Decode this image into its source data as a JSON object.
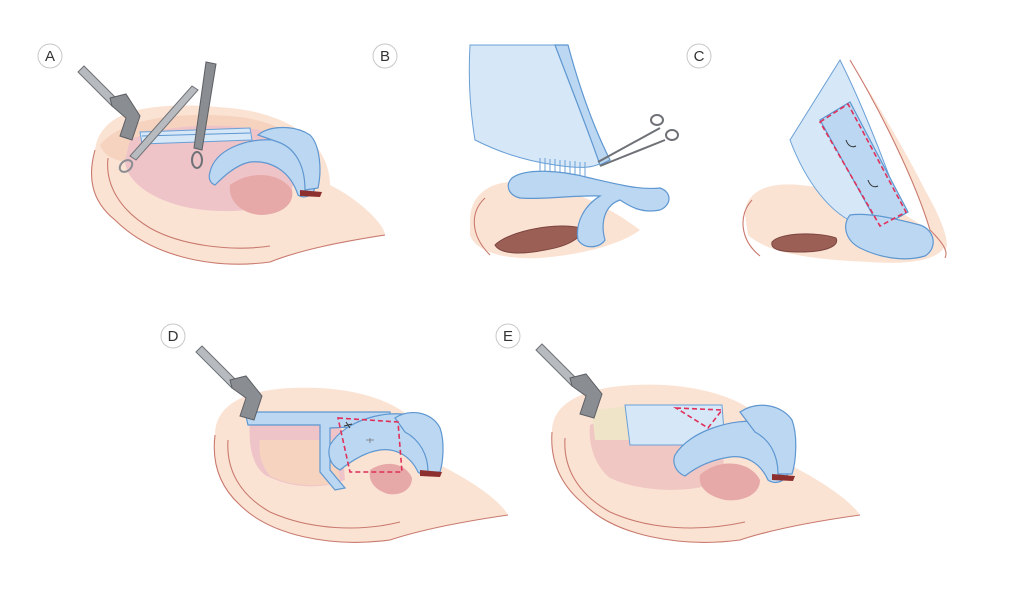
{
  "panels": [
    {
      "label": "A"
    },
    {
      "label": "B"
    },
    {
      "label": "C"
    },
    {
      "label": "D"
    },
    {
      "label": "E"
    }
  ],
  "colors": {
    "skin": "#fbe3d4",
    "cartilage": "#bcd7f1",
    "cartilage_outline": "#5e97d1",
    "mucosa": "#eec4c9",
    "instrument": "#8a8d92",
    "incision_dash": "#e0305a",
    "nostril": "#9b5f55"
  },
  "icons": [
    "retractor-icon",
    "scissors-icon",
    "forceps-icon"
  ]
}
